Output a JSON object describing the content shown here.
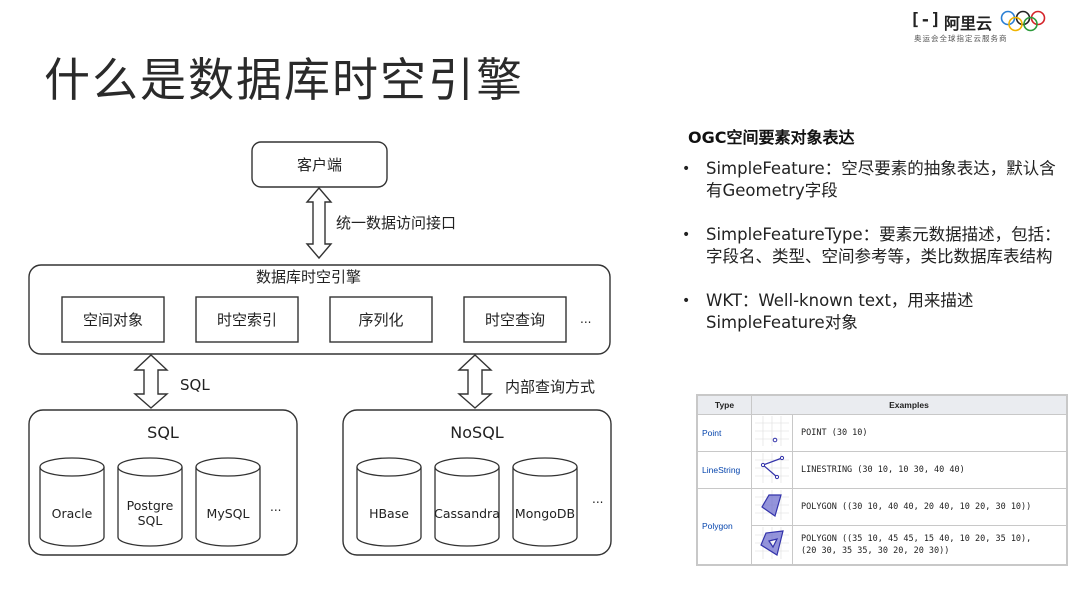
{
  "header": {
    "title": "什么是数据库时空引擎",
    "brand_mark": "[-]",
    "brand_name": "阿里云",
    "brand_sub": "奥运会全球指定云服务商"
  },
  "diagram": {
    "client": "客户端",
    "access_interface": "统一数据访问接口",
    "engine_title": "数据库时空引擎",
    "engine_modules": [
      "空间对象",
      "时空索引",
      "序列化",
      "时空查询"
    ],
    "engine_more": "...",
    "left_arrow_label": "SQL",
    "right_arrow_label": "内部查询方式",
    "sql_group_title": "SQL",
    "sql_dbs": [
      "Oracle",
      "Postgre\nSQL",
      "MySQL"
    ],
    "sql_more": "...",
    "nosql_group_title": "NoSQL",
    "nosql_dbs": [
      "HBase",
      "Cassandra",
      "MongoDB"
    ],
    "nosql_more": "..."
  },
  "ogc": {
    "title": "OGC空间要素对象表达",
    "bullets": [
      "SimpleFeature：空尽要素的抽象表达，默认含有Geometry字段",
      "SimpleFeatureType：要素元数据描述，包括：字段名、类型、空间参考等，类比数据库表结构",
      "WKT：Well-known text，用来描述SimpleFeature对象"
    ]
  },
  "wkt_table": {
    "headers": [
      "Type",
      "Examples"
    ],
    "rows": [
      {
        "type": "Point",
        "example": "POINT (30 10)",
        "icon": "point-icon"
      },
      {
        "type": "LineString",
        "example": "LINESTRING (30 10, 10 30, 40 40)",
        "icon": "linestring-icon"
      },
      {
        "type": "Polygon",
        "example": "POLYGON ((30 10, 40 40, 20 40, 10 20, 30 10))",
        "icon": "polygon-icon"
      },
      {
        "type": "",
        "example": "POLYGON ((35 10, 45 45, 15 40, 10 20, 35 10),\n(20 30, 35 35, 30 20, 20 30))",
        "icon": "polygon-hole-icon"
      }
    ]
  },
  "colors": {
    "stroke": "#333333",
    "link_blue": "#0645ad",
    "geom_fill": "#6666cc",
    "geom_stroke": "#3333aa"
  }
}
